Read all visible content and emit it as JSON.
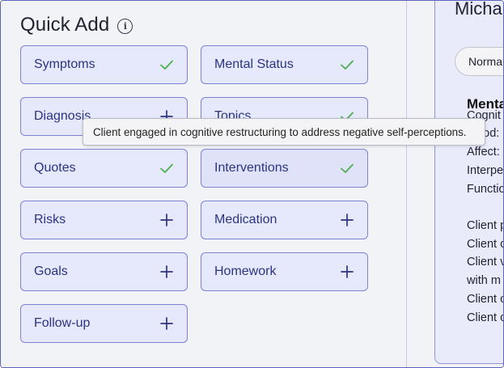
{
  "quick_add": {
    "title": "Quick Add",
    "info_icon": "info-icon",
    "tiles": [
      {
        "label": "Symptoms",
        "icon": "check-icon"
      },
      {
        "label": "Mental Status",
        "icon": "check-icon"
      },
      {
        "label": "Diagnosis",
        "icon": "plus-icon"
      },
      {
        "label": "Topics",
        "icon": "check-icon"
      },
      {
        "label": "Quotes",
        "icon": "check-icon"
      },
      {
        "label": "Interventions",
        "icon": "check-icon"
      },
      {
        "label": "Risks",
        "icon": "plus-icon"
      },
      {
        "label": "Medication",
        "icon": "plus-icon"
      },
      {
        "label": "Goals",
        "icon": "plus-icon"
      },
      {
        "label": "Homework",
        "icon": "plus-icon"
      },
      {
        "label": "Follow-up",
        "icon": "plus-icon"
      }
    ]
  },
  "tooltip": {
    "text": "Client engaged in cognitive restructuring to address negative self-perceptions."
  },
  "patient_panel": {
    "name": "Micha",
    "pill_label": "Norma",
    "section_title": "Menta",
    "lines": [
      "Cognit",
      "Mood:",
      "Affect:",
      "Interpe",
      "Functio",
      "Client p",
      "Client c",
      "Client v",
      "with m",
      "Client c",
      "Client c"
    ]
  },
  "colors": {
    "accent": "#2a3484",
    "tile_bg": "#e6e8fb",
    "tile_border": "#7b82cf",
    "check": "#4caf50"
  }
}
